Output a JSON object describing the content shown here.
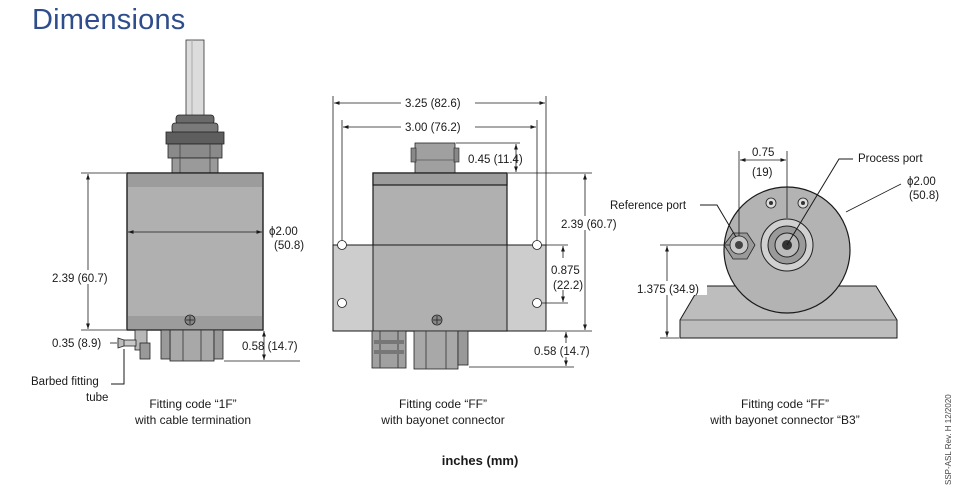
{
  "title": "Dimensions",
  "units_note": "inches (mm)",
  "revision": "SSP-ASL Rev. H 12/2020",
  "views": [
    {
      "caption_line1": "Fitting code “1F”",
      "caption_line2": "with cable termination",
      "dims": {
        "diameter": "ϕ2.00",
        "diameter_mm": "(50.8)",
        "height": "2.39 (60.7)",
        "fitting_height": "0.35 (8.9)",
        "hex_height": "0.58 (14.7)"
      },
      "callout_line1": "Barbed fitting",
      "callout_line2": "tube"
    },
    {
      "caption_line1": "Fitting code “FF”",
      "caption_line2": "with bayonet connector",
      "dims": {
        "overall_width": "3.25 (82.6)",
        "hole_spacing": "3.00 (76.2)",
        "connector_height": "0.45 (11.4)",
        "height": "2.39 (60.7)",
        "hole_vertical": "0.875",
        "hole_vertical_mm": "(22.2)",
        "hex_height": "0.58 (14.7)"
      }
    },
    {
      "caption_line1": "Fitting code “FF”",
      "caption_line2": "with bayonet connector “B3”",
      "dims": {
        "port_offset": "0.75",
        "port_offset_mm": "(19)",
        "diameter": "ϕ2.00",
        "diameter_mm": "(50.8)",
        "center_height": "1.375 (34.9)"
      },
      "labels": {
        "process_port": "Process port",
        "reference_port": "Reference port"
      }
    }
  ]
}
